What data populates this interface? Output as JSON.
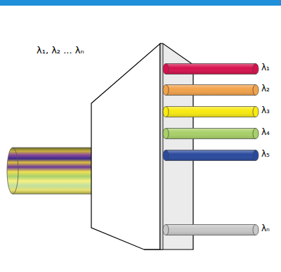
{
  "diagram": {
    "labels": [
      "λ₁, λ₂ ... λₙ",
      "λ₁",
      "λ₂",
      "λ₃",
      "λ₄",
      "λ₅",
      "λₙ"
    ]
  }
}
